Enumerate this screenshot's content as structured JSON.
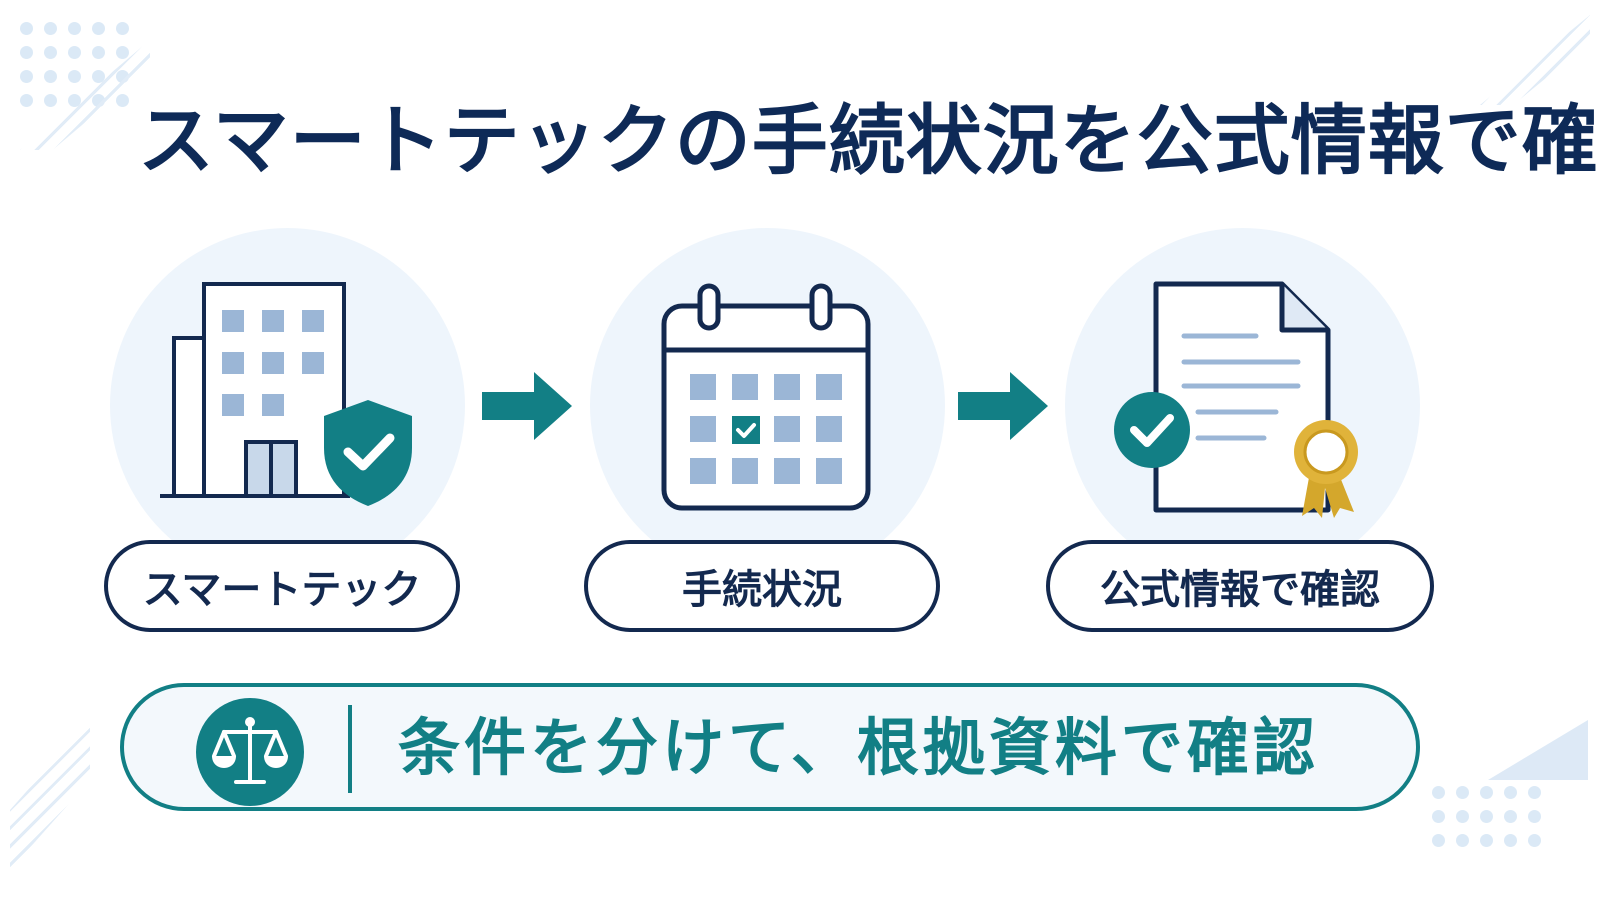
{
  "title": "スマートテックの手続状況を公式情報で確認",
  "steps": [
    {
      "label": "スマートテック",
      "icon": "office-building-shield-check-icon"
    },
    {
      "label": "手続状況",
      "icon": "calendar-check-icon"
    },
    {
      "label": "公式情報で確認",
      "icon": "document-certificate-check-icon"
    }
  ],
  "arrows": [
    "arrow-right-icon",
    "arrow-right-icon"
  ],
  "banner": {
    "icon": "scales-of-justice-icon",
    "text": "条件を分けて、根拠資料で確認"
  },
  "colors": {
    "navy": "#13294f",
    "teal": "#127f85",
    "light_blue": "#eef5fc",
    "window_blue": "#9bb6d6"
  }
}
